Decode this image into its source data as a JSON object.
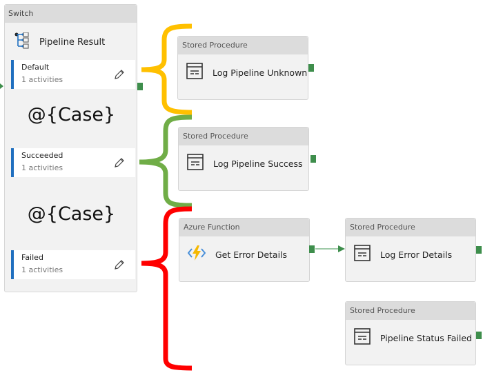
{
  "switch": {
    "header": "Switch",
    "title": "Pipeline Result",
    "icon": "switch-icon",
    "cases": [
      {
        "name": "Default",
        "count": "1 activities"
      },
      {
        "name": "Succeeded",
        "count": "1 activities"
      },
      {
        "name": "Failed",
        "count": "1 activities"
      }
    ],
    "annotations": [
      "@{Case}",
      "@{Case}"
    ]
  },
  "braces": [
    {
      "case": "Default",
      "color": "#ffc000"
    },
    {
      "case": "Succeeded",
      "color": "#70ad47"
    },
    {
      "case": "Failed",
      "color": "#ff0000"
    }
  ],
  "activities": [
    {
      "type": "Stored Procedure",
      "name": "Log Pipeline Unknown",
      "icon": "stored-procedure-icon"
    },
    {
      "type": "Stored Procedure",
      "name": "Log Pipeline Success",
      "icon": "stored-procedure-icon"
    },
    {
      "type": "Azure Function",
      "name": "Get Error Details",
      "icon": "azure-function-icon"
    },
    {
      "type": "Stored Procedure",
      "name": "Log Error Details",
      "icon": "stored-procedure-icon"
    },
    {
      "type": "Stored Procedure",
      "name": "Pipeline Status Failed",
      "icon": "stored-procedure-icon"
    }
  ],
  "colors": {
    "port": "#3e8e4c",
    "case_bar": "#1f6fbf",
    "default_brace": "#ffc000",
    "succeeded_brace": "#70ad47",
    "failed_brace": "#ff0000"
  }
}
